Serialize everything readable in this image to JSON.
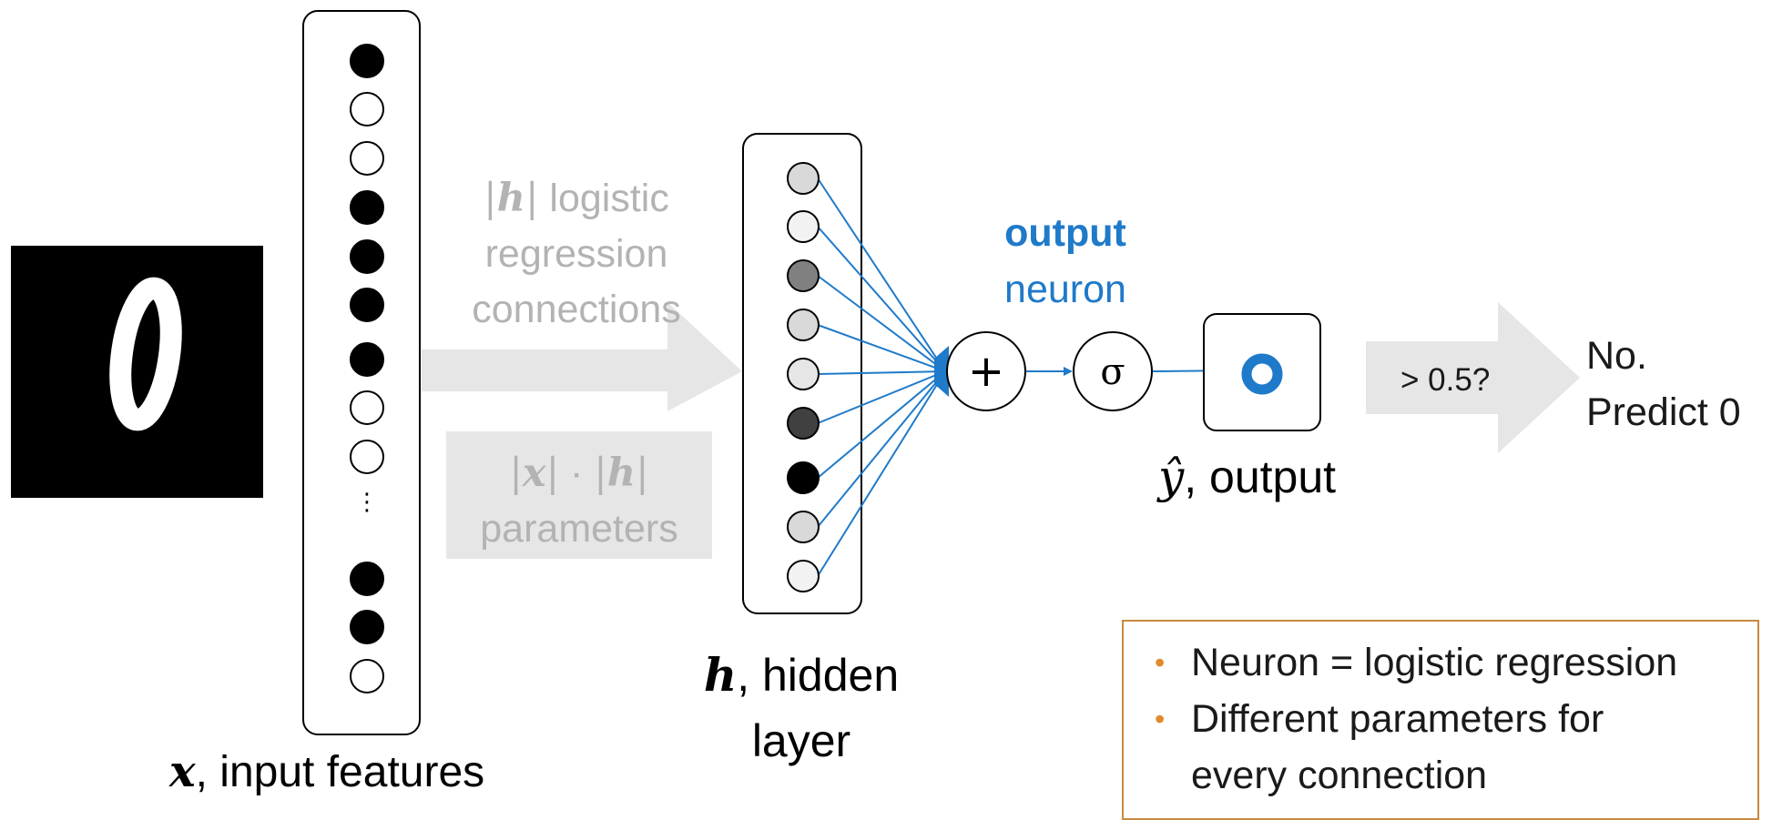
{
  "colors": {
    "accent_blue": "#1f7ac9",
    "arrow_gray": "#e6e6e6",
    "label_gray": "#b3b3b3",
    "note_border": "#c98a3f",
    "bullet_orange": "#e08a2c"
  },
  "image": {
    "digit": "0"
  },
  "input_layer": {
    "caption_var": "x",
    "caption_text": ", input features",
    "ellipsis": "⋮",
    "node_fills": [
      "#000000",
      "#ffffff",
      "#ffffff",
      "#000000",
      "#000000",
      "#000000",
      "#000000",
      "#ffffff",
      "#ffffff",
      "#000000",
      "#000000",
      "#ffffff"
    ]
  },
  "connections_label": {
    "var": "h",
    "text_line1": "logistic",
    "text_line2": "regression",
    "text_line3": "connections"
  },
  "params_label": {
    "var_x": "x",
    "dot": "·",
    "var_h": "h",
    "text": "parameters"
  },
  "hidden_layer": {
    "caption_var": "h",
    "caption_text": ", hidden",
    "caption_line2": "layer",
    "node_fills": [
      "#d9d9d9",
      "#f2f2f2",
      "#808080",
      "#d9d9d9",
      "#e6e6e6",
      "#404040",
      "#000000",
      "#d9d9d9",
      "#f2f2f2"
    ]
  },
  "output_neuron": {
    "label_line1": "output",
    "label_line2": "neuron",
    "sum_symbol": "+",
    "sigma_symbol": "σ"
  },
  "output": {
    "caption_var": "ŷ",
    "caption_text": ", output"
  },
  "threshold": {
    "question": "> 0.5?",
    "answer_line1": "No.",
    "answer_line2": "Predict 0"
  },
  "notes": {
    "items": [
      "Neuron = logistic regression",
      "Different parameters for",
      "every connection"
    ]
  }
}
